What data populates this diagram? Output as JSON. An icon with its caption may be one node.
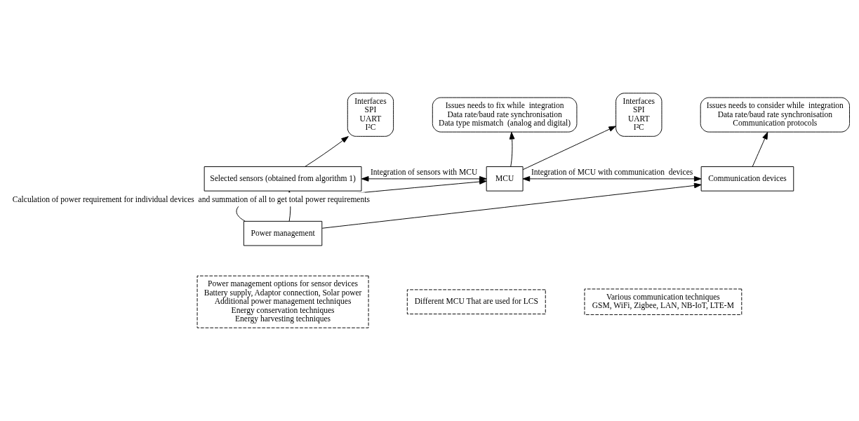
{
  "diagram": {
    "nodes": [
      {
        "text": [
          "Selected sensors (obtained from algorithm 1)"
        ]
      },
      {
        "text": [
          "MCU"
        ]
      },
      {
        "text": [
          "Communication devices"
        ]
      },
      {
        "text": [
          "Power management"
        ]
      },
      {
        "text": [
          "Interfaces",
          "SPI",
          "UART",
          "I²C"
        ]
      },
      {
        "text": [
          "Issues needs to fix while  integration",
          "Data rate/baud rate synchronisation",
          "Data type mismatch  (analog and digital)"
        ]
      },
      {
        "text": [
          "Interfaces",
          "SPI",
          "UART",
          "I²C"
        ]
      },
      {
        "text": [
          "Issues needs to consider while  integration",
          "Data rate/baud rate synchronisation",
          "Communication protocols"
        ]
      },
      {
        "text": [
          "Power management options for sensor devices",
          "Battery supply, Adaptor connection, Solar power",
          "Additional power management techniques",
          "Energy conservation techniques",
          "Energy harvesting techniques"
        ]
      },
      {
        "text": [
          "Different MCU That are used for LCS"
        ]
      },
      {
        "text": [
          "Various communication techniques",
          "GSM, WiFi, Zigbee, LAN, NB-IoT, LTE-M"
        ]
      }
    ],
    "edges": [
      {
        "from": 0,
        "to": 1,
        "arrow": "both",
        "label": "Integration of sensors with MCU"
      },
      {
        "from": 1,
        "to": 2,
        "arrow": "both",
        "label": "Integration of MCU with communication  devices"
      },
      {
        "from": 0,
        "to": 4,
        "arrow": "to"
      },
      {
        "from": 1,
        "to": 5,
        "arrow": "to"
      },
      {
        "from": 1,
        "to": 6,
        "arrow": "to"
      },
      {
        "from": 2,
        "to": 7,
        "arrow": "to"
      },
      {
        "from": 3,
        "to": 0,
        "arrow": "to"
      },
      {
        "from": 3,
        "to": 1,
        "arrow": "to",
        "label": "Calculation of power requirement for individual devices  and summation of all to get total power requirements"
      },
      {
        "from": 3,
        "to": 2,
        "arrow": "to"
      }
    ]
  }
}
